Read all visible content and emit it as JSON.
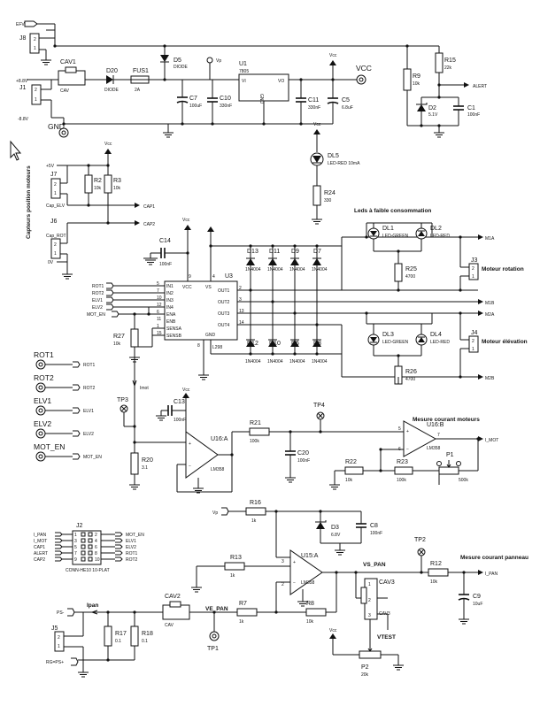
{
  "nets": {
    "efv": "EFV",
    "p8v": "+8.8V",
    "m8v": "-8.8V",
    "vcc": "VCC",
    "vcc_s": "Vcc",
    "vp": "Vp",
    "alert": "ALERT",
    "gnd": "GND",
    "cap1": "CAP1",
    "cap2": "CAP2",
    "cap_elv": "Cap_ELV",
    "cap_rot": "Cap_ROT",
    "p5v": "+5V",
    "zero_v": "0V",
    "rot1": "ROT1",
    "rot2": "ROT2",
    "elv1": "ELV1",
    "elv2": "ELV2",
    "mot_en": "MOT_EN",
    "m1a": "M1A",
    "m1b": "M1B",
    "m2a": "M2A",
    "m2b": "M2B",
    "imot": "Imot",
    "i_mot": "I_MOT",
    "i_pan": "I_PAN",
    "ipan": "Ipan",
    "ps_minus": "PS-",
    "rg_ps": "RG=PS+",
    "vs_pan": "VS_PAN",
    "ve_pan": "VE_PAN",
    "vtest": "VTEST"
  },
  "labels": {
    "leds_title": "Leds à faible consommation",
    "moteur_rot": "Moteur rotation",
    "moteur_elv": "Moteur élévation",
    "capteurs": "Capteurs position moteurs",
    "mesure_moteurs": "Mesure courant moteurs",
    "mesure_panneau": "Mesure courant panneau"
  },
  "power": {
    "j8": "J8",
    "j1": "J1",
    "cav1": "CAV1",
    "cav1_v": "CAV",
    "d20": "D20",
    "d20_v": "DIODE",
    "fus1": "FUS1",
    "fus1_v": "2A",
    "d5": "D5",
    "d5_v": "DIODE",
    "u1": "U1",
    "u1_v": "7805",
    "u1_vi": "VI",
    "u1_vo": "VO",
    "u1_gnd": "GND",
    "c7": "C7",
    "c7_v": "100uF",
    "c10": "C10",
    "c10_v": "330nF",
    "c11": "C11",
    "c11_v": "330nF",
    "c5": "C5",
    "c5_v": "6.8uF",
    "r9": "R9",
    "r9_v": "10k",
    "r15": "R15",
    "r15_v": "22k",
    "d2": "D2",
    "d2_v": "5.1V",
    "c1": "C1",
    "c1_v": "100nF",
    "dl5": "DL5",
    "dl5_v": "LED-RED 10mA",
    "r24": "R24",
    "r24_v": "330"
  },
  "sens": {
    "j7": "J7",
    "j6": "J6",
    "r2": "R2",
    "r2_v": "10k",
    "r3": "R3",
    "r3_v": "10k"
  },
  "driver": {
    "c14": "C14",
    "c14_v": "100nF",
    "u3": "U3",
    "u3_v": "L298",
    "r27": "R27",
    "r27_v": "10k",
    "pins_left": [
      "IN1",
      "IN2",
      "IN3",
      "IN4",
      "ENA",
      "ENB",
      "SENSA",
      "SENSB"
    ],
    "pins_num_left": [
      "5",
      "7",
      "10",
      "12",
      "6",
      "11",
      "1",
      "15"
    ],
    "pins_right": [
      "OUT1",
      "OUT2",
      "OUT3",
      "OUT4"
    ],
    "pins_num_right": [
      "2",
      "3",
      "13",
      "14"
    ],
    "vcc": "VCC",
    "vs": "VS",
    "gnd": "GND",
    "p9": "9",
    "p4": "4",
    "p8": "8",
    "diodes_top": [
      "D13",
      "D11",
      "D9",
      "D7"
    ],
    "diodes_bot": [
      "D12",
      "D10",
      "D6",
      "D8"
    ],
    "diode_v": "1N4004",
    "dl1": "DL1",
    "dl2": "DL2",
    "dl3": "DL3",
    "dl4": "DL4",
    "led_green": "LED-GREEN",
    "led_red": "LED-RED",
    "r25": "R25",
    "r25_v": "4700",
    "r26": "R26",
    "r26_v": "4700",
    "j3": "J3",
    "j4": "J4"
  },
  "tp": {
    "rot1": "ROT1",
    "rot2": "ROT2",
    "elv1": "ELV1",
    "elv2": "ELV2",
    "mot_en": "MOT_EN",
    "tp1": "TP1",
    "tp2": "TP2",
    "tp3": "TP3",
    "tp4": "TP4"
  },
  "meas": {
    "c13": "C13",
    "c13_v": "100nF",
    "r20": "R20",
    "r20_v": "3.1",
    "u16a": "U16:A",
    "u16a_v": "LM358",
    "r21": "R21",
    "r21_v": "100k",
    "c20": "C20",
    "c20_v": "100nF",
    "u16b": "U16:B",
    "u16b_v": "LM358",
    "r22": "R22",
    "r22_v": "10k",
    "r23": "R23",
    "r23_v": "100k",
    "p1": "P1",
    "p1_v": "500k"
  },
  "conn": {
    "j2": "J2",
    "j2_v": "CONN-HE10 10-PLAT",
    "left": [
      "I_PAN",
      "I_MOT",
      "CAP1",
      "ALERT",
      "CAP2"
    ],
    "right": [
      "MOT_EN",
      "ELV1",
      "ELV2",
      "ROT1",
      "ROT2"
    ]
  },
  "panel": {
    "r16": "R16",
    "r16_v": "1k",
    "d3": "D3",
    "d3_v": "6.8V",
    "c8": "C8",
    "c8_v": "100nF",
    "r13": "R13",
    "r13_v": "1k",
    "u15a": "U15:A",
    "u15a_v": "LM358",
    "r7": "R7",
    "r7_v": "1k",
    "r8": "R8",
    "r8_v": "10k",
    "cav2": "CAV2",
    "cav2_v": "CAV",
    "cav3": "CAV3",
    "cav3_v": "CAV3",
    "r12": "R12",
    "r12_v": "10k",
    "c9": "C9",
    "c9_v": "10uF",
    "r17": "R17",
    "r17_v": "0.1",
    "r18": "R18",
    "r18_v": "0.1",
    "j5": "J5",
    "p2": "P2",
    "p2_v": "20k"
  }
}
